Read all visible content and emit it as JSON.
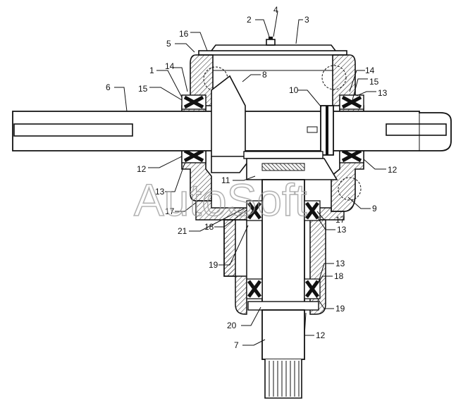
{
  "watermark": "AutoSoft",
  "callouts": [
    "1",
    "2",
    "3",
    "4",
    "5",
    "6",
    "7",
    "8",
    "9",
    "10",
    "11",
    "12",
    "13",
    "14",
    "15",
    "16",
    "17",
    "18",
    "19",
    "20",
    "21"
  ],
  "colors": {
    "ink": "#111111",
    "hatch": "#333333",
    "bearing": "#222222",
    "watermark": "#9a9a9a"
  }
}
